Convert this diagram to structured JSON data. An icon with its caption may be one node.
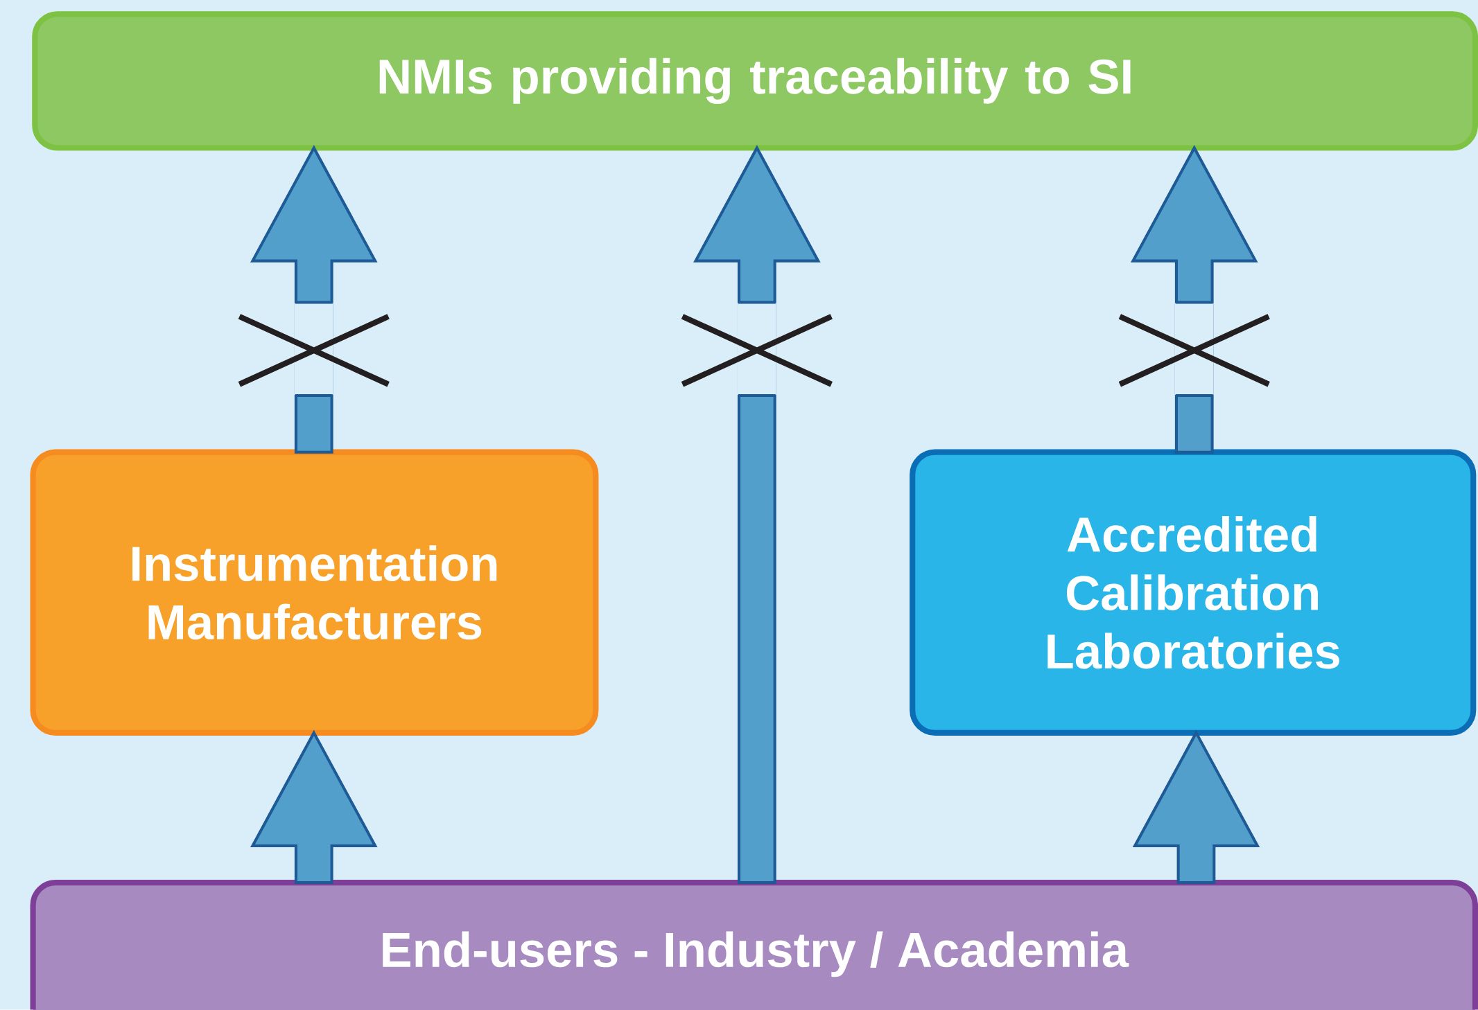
{
  "diagram": {
    "nodes": [
      {
        "text": [
          "NMIs providing traceability to SI"
        ]
      },
      {
        "text": [
          "Instrumentation Manufacturers"
        ]
      },
      {
        "text": [
          "Accredited Calibration Laboratories"
        ]
      },
      {
        "text": [
          "End-users - Industry / Academia"
        ]
      }
    ],
    "edges": [
      {
        "from": 1,
        "to": 0,
        "arrow": "to"
      },
      {
        "from": 3,
        "to": 0,
        "arrow": "to"
      },
      {
        "from": 2,
        "to": 0,
        "arrow": "to"
      },
      {
        "from": 3,
        "to": 1,
        "arrow": "to"
      },
      {
        "from": 3,
        "to": 2,
        "arrow": "to"
      }
    ]
  }
}
